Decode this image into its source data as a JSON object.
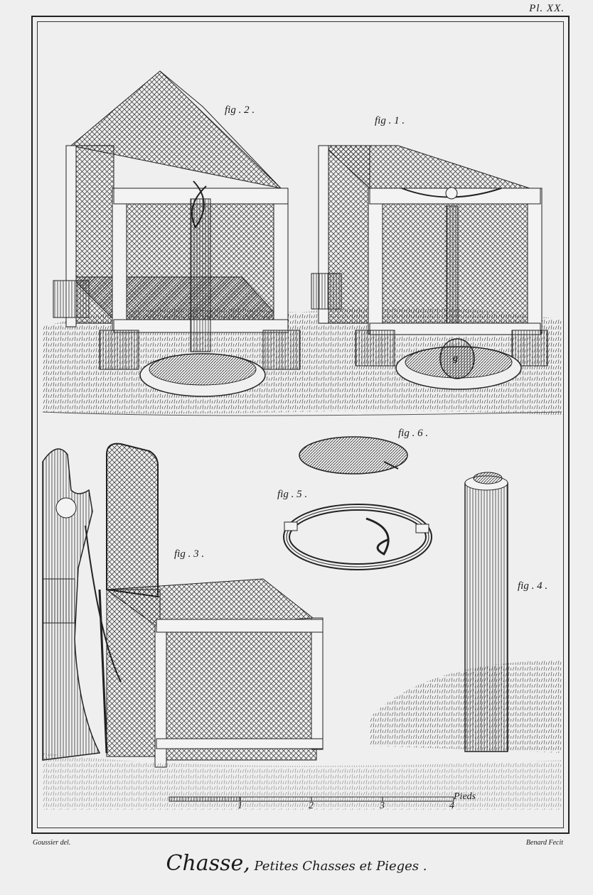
{
  "plate": {
    "number": "Pl. XX."
  },
  "figures": {
    "fig1": "fig . 1 .",
    "fig2": "fig . 2 .",
    "fig3": "fig . 3 .",
    "fig4": "fig . 4 .",
    "fig5": "fig . 5 .",
    "fig6": "fig . 6 .",
    "weight_letter": "g"
  },
  "scale": {
    "ticks": [
      "1",
      "2",
      "3",
      "4"
    ],
    "unit": "Pieds"
  },
  "credits": {
    "left": "Goussier del.",
    "right": "Benard Fecit"
  },
  "title": {
    "main": "Chasse,",
    "sub": " Petites Chasses et Pieges ."
  }
}
